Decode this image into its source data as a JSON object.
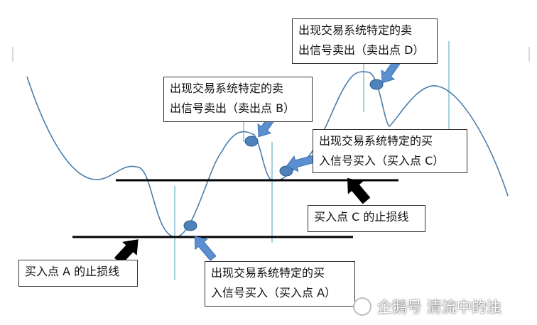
{
  "boxes": {
    "sell_d": {
      "line1": "出现交易系统特定的卖",
      "line2": "出信号卖出（卖出点 D）"
    },
    "sell_b": {
      "line1": "出现交易系统特定的卖",
      "line2": "出信号卖出（卖出点 B）"
    },
    "buy_c": {
      "line1": "出现交易系统特定的买",
      "line2": "入信号买入（买入点 C）"
    },
    "stop_c": {
      "line1": "买入点 C 的止损线"
    },
    "stop_a": {
      "line1": "买入点 A 的止损线"
    },
    "buy_a": {
      "line1": "出现交易系统特定的买",
      "line2": "入信号买入（买入点 A）"
    }
  },
  "watermark": {
    "text": "企鹅号 清流中的浊"
  },
  "colors": {
    "curve": "#4a7eab",
    "marker_fill": "#4f81bd",
    "marker_stroke": "#2c5a8a",
    "guide_line": "#4aa3c0",
    "stop_line": "#000000",
    "arrow_black": "#000000",
    "arrow_blue": "#5b8fd0"
  }
}
